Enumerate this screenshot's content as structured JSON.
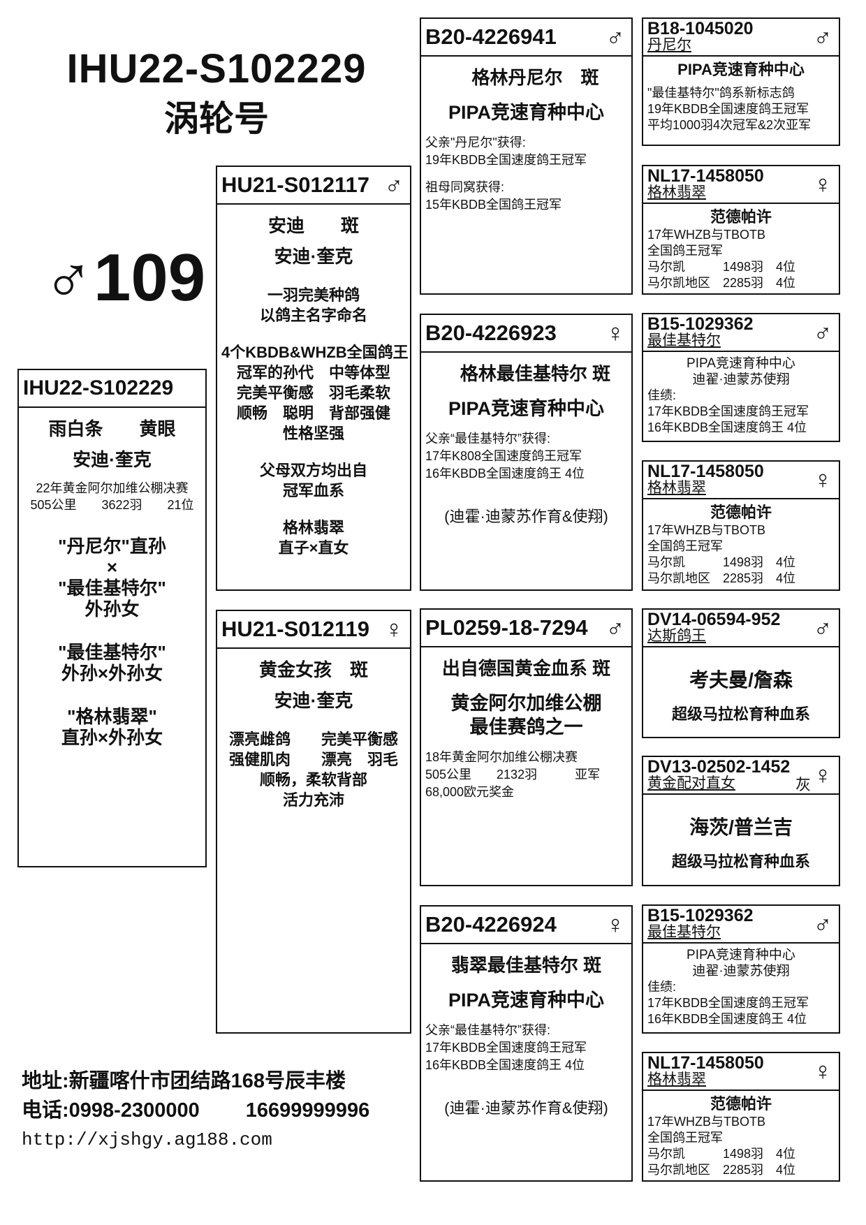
{
  "header": {
    "title": "IHU22-S102229",
    "subtitle": "涡轮号",
    "bird_number": "♂109"
  },
  "cards": [
    {
      "ring": "IHU22-S102229",
      "sex": "",
      "lines": [
        "雨白条　　黄眼",
        "安迪·奎克",
        "22年黄金阿尔加维公棚决赛",
        "505公里　　3622羽　　21位",
        "\"丹尼尔\"直孙",
        "×",
        "\"最佳基特尔\"",
        "外孙女",
        "\"最佳基特尔\"",
        "外孙×外孙女",
        "\"格林翡翠\"",
        "直孙×外孙女"
      ]
    },
    {
      "ring": "HU21-S012117",
      "sex": "♂",
      "lines": [
        "安迪　　斑",
        "安迪·奎克",
        "一羽完美种鸽",
        "以鸽主名字命名",
        "4个KBDB&WHZB全国鸽王",
        "冠军的孙代　中等体型",
        "完美平衡感　羽毛柔软",
        "顺畅　聪明　背部强健",
        "性格坚强",
        "父母双方均出自",
        "冠军血系",
        "格林翡翠",
        "直子×直女"
      ]
    },
    {
      "ring": "HU21-S012119",
      "sex": "♀",
      "lines": [
        "黄金女孩　斑",
        "安迪·奎克",
        "漂亮雌鸽　　完美平衡感",
        "强健肌肉　　漂亮　羽毛",
        "顺畅，柔软背部",
        "活力充沛"
      ]
    },
    {
      "ring": "B20-4226941",
      "sex": "♂",
      "lines": [
        "　格林丹尼尔　斑",
        "PIPA竞速育种中心",
        "父亲\"丹尼尔\"获得:",
        "19年KBDB全国速度鸽王冠军",
        "祖母同窝获得:",
        "15年KBDB全国鸽王冠军"
      ]
    },
    {
      "ring": "B20-4226923",
      "sex": "♀",
      "lines": [
        "　格林最佳基特尔 斑",
        "PIPA竞速育种中心",
        "父亲“最佳基特尔”获得:",
        "17年K808全国速度鸽王冠军",
        "16年KBDB全国速度鸽王 4位",
        "(迪霍·迪蒙苏作育&使翔)"
      ]
    },
    {
      "ring": "PL0259-18-7294",
      "sex": "♂",
      "lines": [
        "出自德国黄金血系 斑",
        "黄金阿尔加维公棚",
        "最佳赛鸽之一",
        "18年黄金阿尔加维公棚决赛",
        "505公里　　2132羽　　　亚军",
        "68,000欧元奖金"
      ]
    },
    {
      "ring": "B20-4226924",
      "sex": "♀",
      "lines": [
        "翡翠最佳基特尔 斑",
        "PIPA竞速育种中心",
        "父亲“最佳基特尔”获得:",
        "17年KBDB全国速度鸽王冠军",
        "16年KBDB全国速度鸽王 4位",
        "(迪霍·迪蒙苏作育&使翔)"
      ]
    },
    {
      "ring": "B18-1045020",
      "name": "丹尼尔",
      "sex": "♂",
      "lines": [
        "PIPA竞速育种中心",
        "\"最佳基特尔\"鸽系新标志鸽",
        "19年KBDB全国速度鸽王冠军",
        "平均1000羽4次冠军&2次亚军"
      ]
    },
    {
      "ring": "NL17-1458050",
      "name": "格林翡翠",
      "sex": "♀",
      "lines": [
        "范德帕许",
        "17年WHZB与TBOTB",
        "全国鸽王冠军",
        "马尔凯　　　1498羽　4位",
        "马尔凯地区　2285羽　4位"
      ]
    },
    {
      "ring": "B15-1029362",
      "name": "最佳基特尔",
      "sex": "♂",
      "lines": [
        "PIPA竞速育种中心",
        "迪翟·迪蒙苏使翔",
        "佳绩:",
        "17年KBDB全国速度鸽王冠军",
        "16年KBDB全国速度鸽王 4位"
      ]
    },
    {
      "ring": "NL17-1458050",
      "name": "格林翡翠",
      "sex": "♀",
      "lines": [
        "范德帕许",
        "17年WHZB与TBOTB",
        "全国鸽王冠军",
        "马尔凯　　　1498羽　4位",
        "马尔凯地区　2285羽　4位"
      ]
    },
    {
      "ring": "DV14-06594-952",
      "name": "达斯鸽王",
      "sex": "♂",
      "lines": [
        "考夫曼/詹森",
        "超级马拉松育种血系"
      ]
    },
    {
      "ring": "DV13-02502-1452",
      "name": "黄金配对直女",
      "extra": "灰",
      "sex": "♀",
      "lines": [
        "海茨/普兰吉",
        "超级马拉松育种血系"
      ]
    },
    {
      "ring": "B15-1029362",
      "name": "最佳基特尔",
      "sex": "♂",
      "lines": [
        "PIPA竞速育种中心",
        "迪翟·迪蒙苏使翔",
        "佳绩:",
        "17年KBDB全国速度鸽王冠军",
        "16年KBDB全国速度鸽王 4位"
      ]
    },
    {
      "ring": "NL17-1458050",
      "name": "格林翡翠",
      "sex": "♀",
      "lines": [
        "范德帕许",
        "17年WHZB与TBOTB",
        "全国鸽王冠军",
        "马尔凯　　　1498羽　4位",
        "马尔凯地区　2285羽　4位"
      ]
    }
  ],
  "footer": {
    "address": "地址:新疆喀什市团结路168号辰丰楼",
    "phone": "电话:0998-2300000　　 16699999996",
    "url": "http://xjshgy.ag188.com"
  }
}
